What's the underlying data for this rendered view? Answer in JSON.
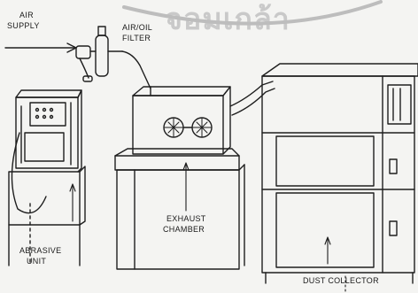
{
  "watermark": "จอมเกล้า",
  "labels": {
    "air_supply_1": "AIR",
    "air_supply_2": "SUPPLY",
    "filter_1": "AIR/OIL",
    "filter_2": "FILTER",
    "abrasive_1": "ABRASIVE",
    "abrasive_2": "UNIT",
    "exhaust_1": "EXHAUST",
    "exhaust_2": "CHAMBER",
    "dust_collector": "DUST   COLLECTOR"
  }
}
